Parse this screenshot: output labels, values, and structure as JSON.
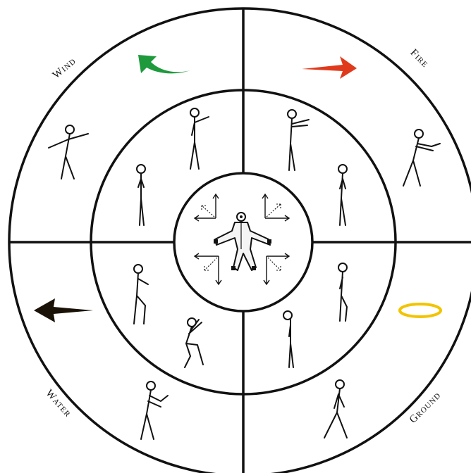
{
  "labels": {
    "wind": "Wind",
    "fire": "Fire",
    "water": "Water",
    "ground": "Ground"
  },
  "colors": {
    "wind_arrow": "#1e9a3c",
    "fire_arrow": "#e03a1c",
    "water_arrow": "#1a1206",
    "ground_ring": "#f2c400"
  },
  "icons": {
    "wind": "curved-arrow-up-left-icon",
    "fire": "arrow-right-icon",
    "water": "arrow-left-icon",
    "ground": "ring-icon",
    "center": "suited-figure-icon"
  }
}
